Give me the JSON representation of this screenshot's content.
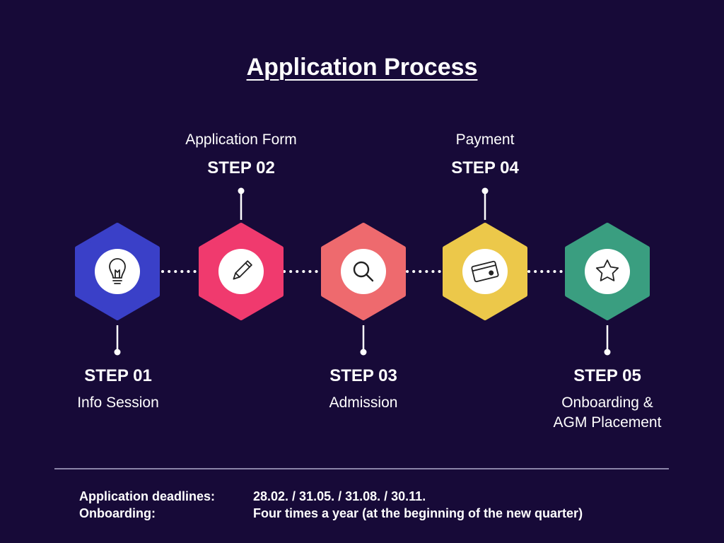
{
  "title": "Application Process",
  "steps": [
    {
      "label": "STEP 01",
      "desc": "Info Session",
      "color": "#3a40c8",
      "icon": "lightbulb-icon"
    },
    {
      "label": "STEP 02",
      "desc": "Application Form",
      "color": "#f03a6e",
      "icon": "pencil-icon"
    },
    {
      "label": "STEP 03",
      "desc": "Admission",
      "color": "#ee6a6e",
      "icon": "search-icon"
    },
    {
      "label": "STEP 04",
      "desc": "Payment",
      "color": "#ecc84a",
      "icon": "credit-card-icon"
    },
    {
      "label": "STEP 05",
      "desc": "Onboarding & AGM Placement",
      "color": "#3a9e80",
      "icon": "star-icon"
    }
  ],
  "info": {
    "deadlines_label": "Application deadlines:",
    "deadlines_value": "28.02. / 31.05. / 31.08. / 30.11.",
    "onboarding_label": "Onboarding:",
    "onboarding_value": "Four times a year (at the beginning of the new quarter)"
  }
}
